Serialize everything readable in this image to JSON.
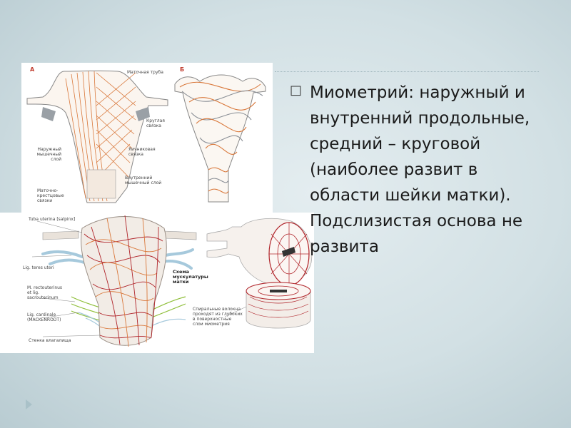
{
  "slide": {
    "body_text": "Миометрий: наружный и внутренний продольные, средний – круговой (наиболее развит в области шейки матки). Подслизистая основа не развита"
  },
  "figure": {
    "panel_a": {
      "letter": "А",
      "labels": {
        "tube": "Маточная труба",
        "round_lig": "Круглая связка",
        "outer_layer": "Наружный мышечный слой",
        "ovarian_lig": "Яичниковая связка",
        "inner_layer": "Внутренний мышечный слой",
        "sacral_lig": "Маточно-крестцовые связки"
      }
    },
    "panel_b": {
      "letter": "Б"
    },
    "bottom": {
      "labels": {
        "tuba": "Tuba uterina [salpinx]",
        "teres": "Lig. teres uteri",
        "rectouterinus": "M. rectouterinus et lig. sacrouterinum",
        "cardinale": "Lig. cardinale (MACKENRODT)",
        "vagina": "Стенка влагалища",
        "scheme": "Схема мускулатуры матки",
        "spiral": "Спиральные волокна проходят из глубоких в поверхностные слои миометрия"
      }
    }
  },
  "colors": {
    "orange": "#d9783b",
    "gray_fiber": "#8a8f96",
    "red_fiber": "#b0242a",
    "green_lig": "#8fbf3a",
    "blue_lig": "#a6c9dc"
  },
  "icons": {
    "bullet": "hollow-square-bullet",
    "nav": "triangle-right-icon"
  }
}
